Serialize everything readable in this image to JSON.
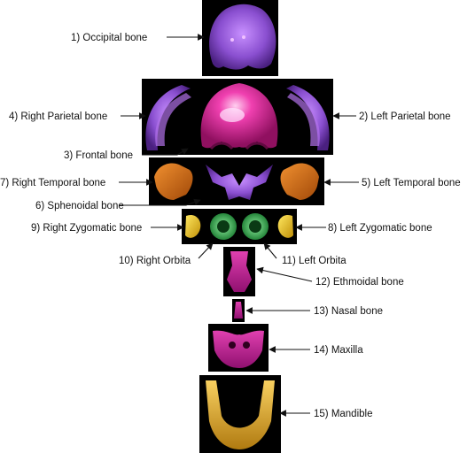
{
  "labels": {
    "occipital": "1) Occipital bone",
    "left_parietal": "2) Left Parietal bone",
    "frontal": "3) Frontal bone",
    "right_parietal": "4) Right Parietal bone",
    "left_temporal": "5) Left Temporal bone",
    "sphenoidal": "6) Sphenoidal bone",
    "right_temporal": "7) Right Temporal bone",
    "left_zygomatic": "8) Left Zygomatic bone",
    "right_zygomatic": "9) Right Zygomatic bone",
    "right_orbita": "10) Right Orbita",
    "left_orbita": "11) Left Orbita",
    "ethmoidal": "12) Ethmoidal bone",
    "nasal": "13) Nasal bone",
    "maxilla": "14) Maxilla",
    "mandible": "15) Mandible"
  },
  "colors": {
    "purple_bone": "#8a4fd0",
    "pink_bone": "#e0209a",
    "orange_bone": "#d9701a",
    "yellow_bone": "#e8c21a",
    "green_bone": "#2fa84a",
    "magenta_bone": "#c8208c",
    "gold_bone": "#d8a020"
  }
}
